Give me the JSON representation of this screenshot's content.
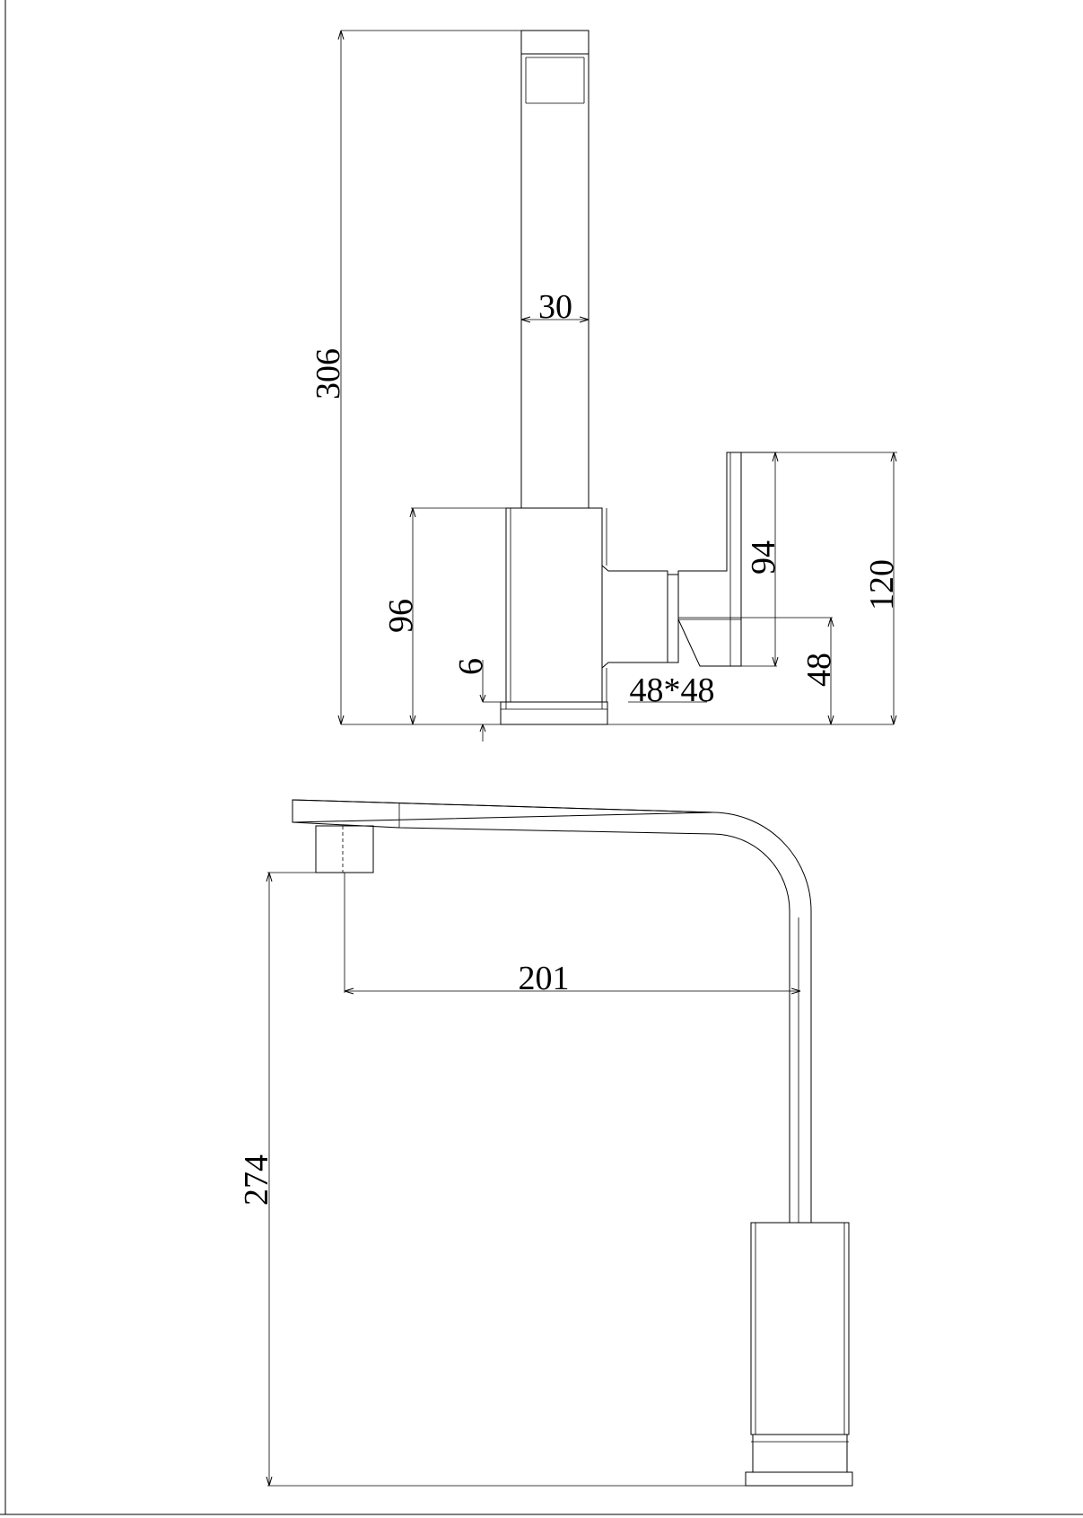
{
  "dimensions": {
    "front_height": "306",
    "stem_width": "30",
    "body_height": "96",
    "base_thickness": "6",
    "base_size": "48*48",
    "handle_height": "94",
    "handle_axis_height": "48",
    "overall_handle_height": "120",
    "spout_reach": "201",
    "spout_height": "274"
  }
}
